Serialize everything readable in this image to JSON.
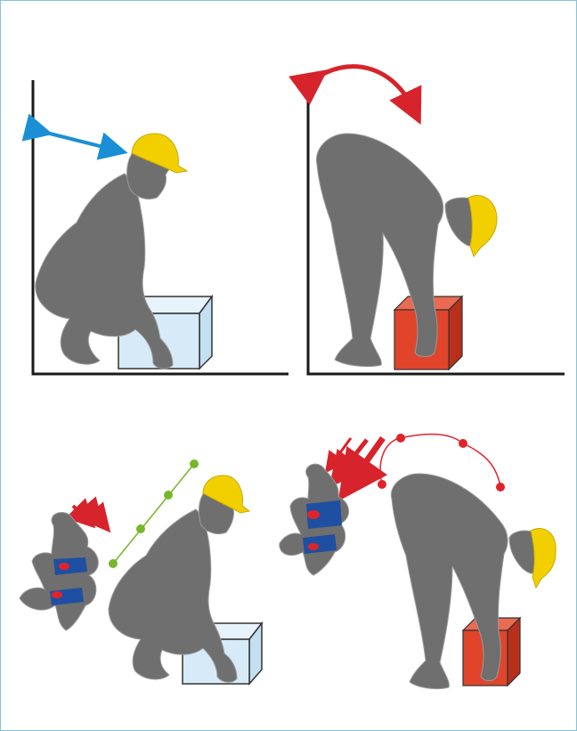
{
  "colors": {
    "body": "#6f6f6f",
    "body_line": "#9a9a9a",
    "helmet": "#f2d000",
    "box_light": "#d6ebf7",
    "box_red": "#e0452b",
    "box_red_dark": "#b8301c",
    "arrow_blue": "#1a8fd6",
    "arrow_red": "#d7232b",
    "dots_green": "#76b82a",
    "dots_red": "#e0232b",
    "disc": "#1f4fa0",
    "disc_stress": "#e0232b",
    "wall": "#1a1a1a",
    "frame": "#7fc6d8"
  },
  "panels": [
    {
      "id": "correct-squat-lift",
      "box": "light-blue",
      "arrow": "blue-double-arrow"
    },
    {
      "id": "incorrect-bent-lift",
      "box": "red",
      "arrow": "red-curved-arrow"
    },
    {
      "id": "correct-spine-load",
      "box": "light-blue",
      "spine": "even-pressure",
      "posture_line": "green-straight"
    },
    {
      "id": "incorrect-spine-load",
      "box": "red",
      "spine": "uneven-pressure",
      "posture_line": "red-curved"
    }
  ],
  "icons": [
    "helmet-icon",
    "spine-icon",
    "arrow-icon"
  ]
}
